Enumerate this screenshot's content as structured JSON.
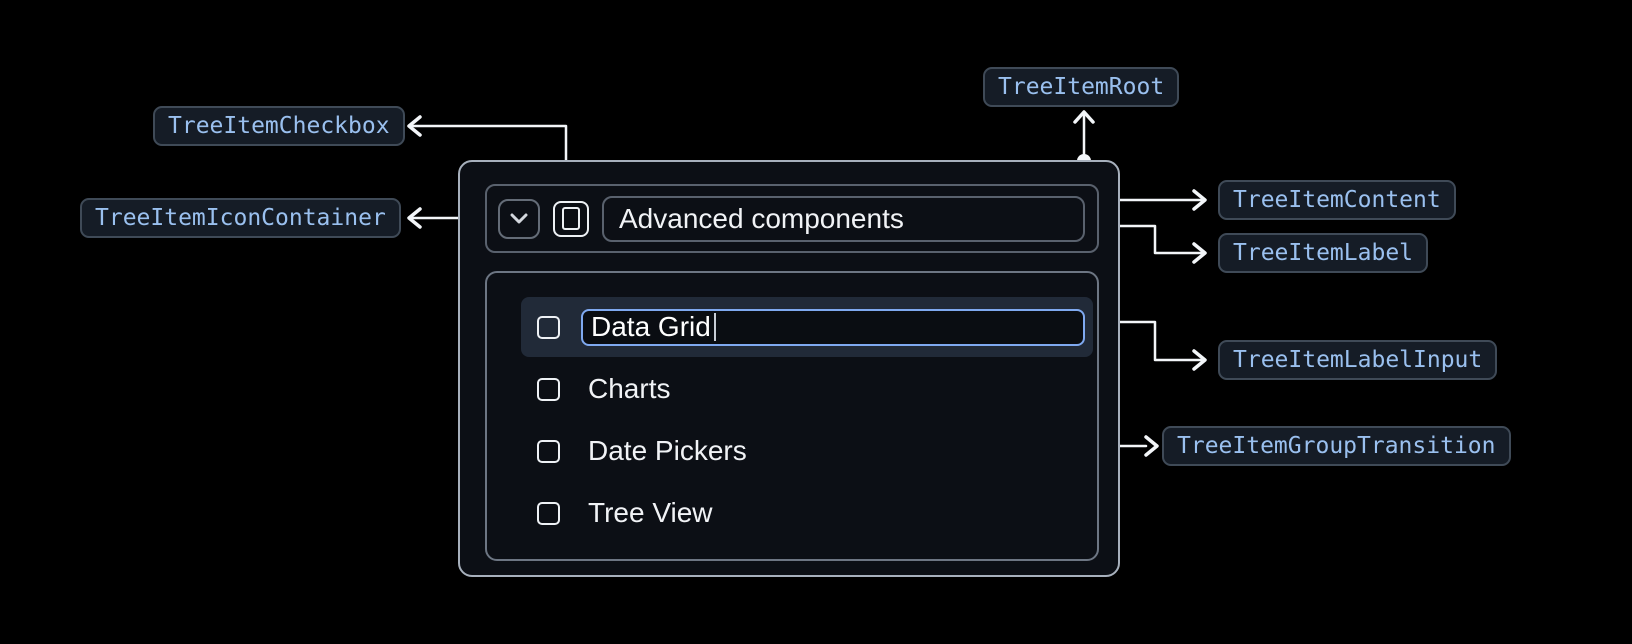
{
  "colors": {
    "page-bg": "#000000",
    "panel-bg": "#0c0f15",
    "panel-border": "#a7b0bc",
    "inner-border": "#59616d",
    "group-border": "#6d7683",
    "badge-bg": "#151c26",
    "badge-border": "#3f4a57",
    "badge-text": "#9ac0ef",
    "wire": "#f3f6f9",
    "text": "#f1f3f6",
    "row-highlight-bg": "#212a38",
    "input-border": "#7fa9f0",
    "input-bg": "#0a0d12",
    "checkbox-color": "#eef1f5"
  },
  "annotations": [
    {
      "label": "TreeItemRoot"
    },
    {
      "label": "TreeItemCheckbox"
    },
    {
      "label": "TreeItemIconContainer"
    },
    {
      "label": "TreeItemContent"
    },
    {
      "label": "TreeItemLabel"
    },
    {
      "label": "TreeItemLabelInput"
    },
    {
      "label": "TreeItemGroupTransition"
    }
  ],
  "tree": {
    "parent_item": {
      "label": "Advanced components",
      "expanded": true,
      "checkbox": "unchecked"
    },
    "editing_item": {
      "value": "Data Grid",
      "checkbox": "unchecked"
    },
    "items": [
      {
        "label": "Charts",
        "checkbox": "unchecked"
      },
      {
        "label": "Date Pickers",
        "checkbox": "unchecked"
      },
      {
        "label": "Tree View",
        "checkbox": "unchecked"
      }
    ]
  }
}
